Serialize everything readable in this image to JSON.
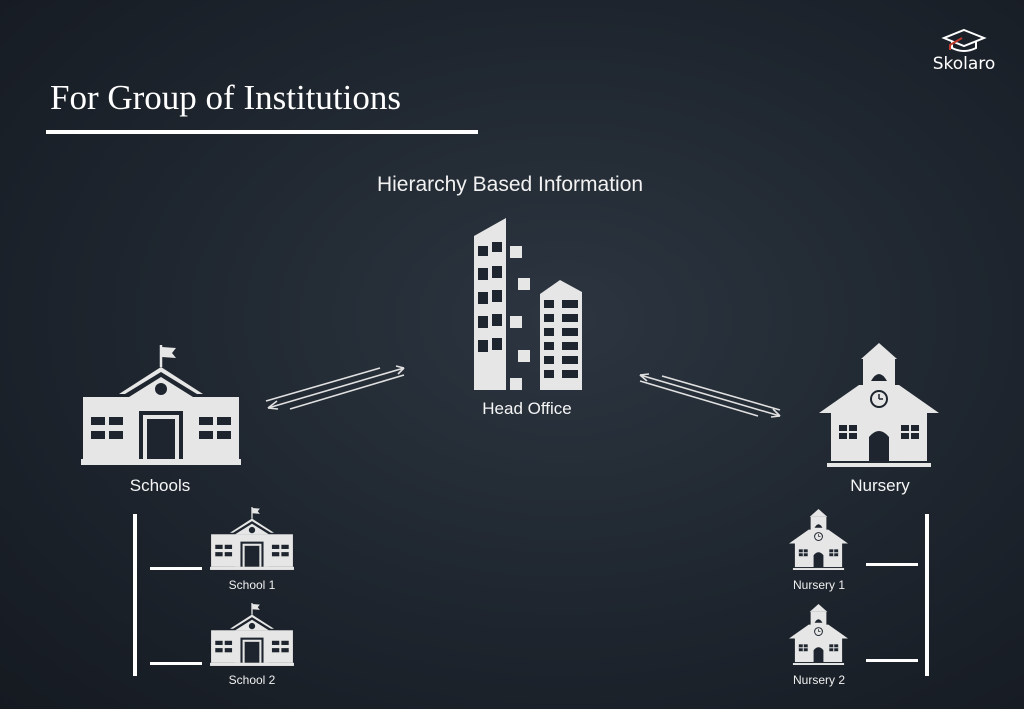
{
  "header": {
    "title": "For Group of Institutions",
    "brand": "Skolaro",
    "brand_icon": "graduation-cap-icon"
  },
  "diagram": {
    "heading": "Hierarchy Based Information",
    "center": {
      "label": "Head Office",
      "icon": "office-building-icon"
    },
    "left_branch": {
      "label": "Schools",
      "icon": "school-building-icon",
      "children": [
        {
          "label": "School 1",
          "icon": "school-building-icon"
        },
        {
          "label": "School 2",
          "icon": "school-building-icon"
        }
      ]
    },
    "right_branch": {
      "label": "Nursery",
      "icon": "nursery-building-icon",
      "children": [
        {
          "label": "Nursery 1",
          "icon": "nursery-building-icon"
        },
        {
          "label": "Nursery 2",
          "icon": "nursery-building-icon"
        }
      ]
    }
  },
  "colors": {
    "background": "#1e252e",
    "icon_fill": "#e6e6e6",
    "text": "#ffffff"
  }
}
